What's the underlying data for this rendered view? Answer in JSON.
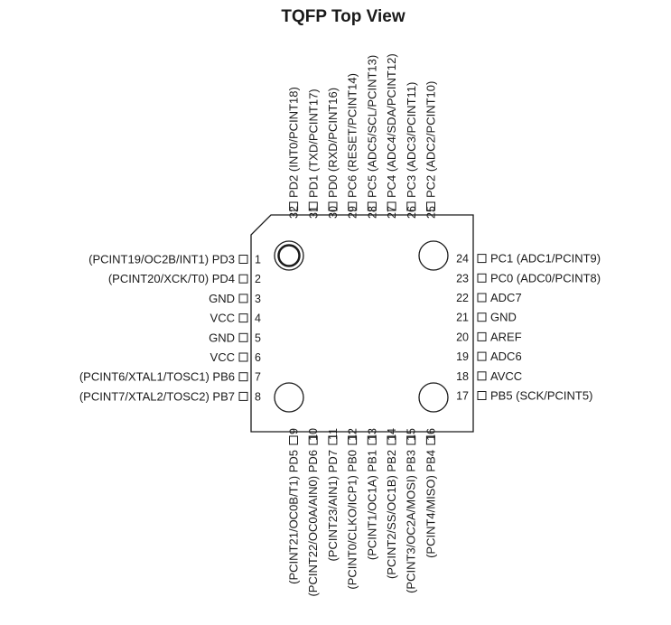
{
  "title": "TQFP Top View",
  "pins": {
    "left": [
      {
        "num": "1",
        "label": "(PCINT19/OC2B/INT1) PD3"
      },
      {
        "num": "2",
        "label": "(PCINT20/XCK/T0) PD4"
      },
      {
        "num": "3",
        "label": "GND"
      },
      {
        "num": "4",
        "label": "VCC"
      },
      {
        "num": "5",
        "label": "GND"
      },
      {
        "num": "6",
        "label": "VCC"
      },
      {
        "num": "7",
        "label": "(PCINT6/XTAL1/TOSC1) PB6"
      },
      {
        "num": "8",
        "label": "(PCINT7/XTAL2/TOSC2) PB7"
      }
    ],
    "bottom": [
      {
        "num": "9",
        "label": "(PCINT21/OC0B/T1) PD5"
      },
      {
        "num": "10",
        "label": "(PCINT22/OC0A/AIN0) PD6"
      },
      {
        "num": "11",
        "label": "(PCINT23/AIN1) PD7"
      },
      {
        "num": "12",
        "label": "(PCINT0/CLKO/ICP1) PB0"
      },
      {
        "num": "13",
        "label": "(PCINT1/OC1A) PB1"
      },
      {
        "num": "14",
        "label": "(PCINT2/SS/OC1B) PB2"
      },
      {
        "num": "15",
        "label": "(PCINT3/OC2A/MOSI) PB3"
      },
      {
        "num": "16",
        "label": "(PCINT4/MISO) PB4"
      }
    ],
    "right": [
      {
        "num": "17",
        "label": "PB5 (SCK/PCINT5)"
      },
      {
        "num": "18",
        "label": "AVCC"
      },
      {
        "num": "19",
        "label": "ADC6"
      },
      {
        "num": "20",
        "label": "AREF"
      },
      {
        "num": "21",
        "label": "GND"
      },
      {
        "num": "22",
        "label": "ADC7"
      },
      {
        "num": "23",
        "label": "PC0 (ADC0/PCINT8)"
      },
      {
        "num": "24",
        "label": "PC1 (ADC1/PCINT9)"
      }
    ],
    "top": [
      {
        "num": "25",
        "label": "PC2 (ADC2/PCINT10)"
      },
      {
        "num": "26",
        "label": "PC3 (ADC3/PCINT11)"
      },
      {
        "num": "27",
        "label": "PC4 (ADC4/SDA/PCINT12)"
      },
      {
        "num": "28",
        "label": "PC5 (ADC5/SCL/PCINT13)"
      },
      {
        "num": "29",
        "label": "PC6 (RESET/PCINT14)"
      },
      {
        "num": "30",
        "label": "PD0 (RXD/PCINT16)"
      },
      {
        "num": "31",
        "label": "PD1 (TXD/PCINT17)"
      },
      {
        "num": "32",
        "label": "PD2 (INT0/PCINT18)"
      }
    ]
  },
  "colors": {
    "ink": "#1a1a1a",
    "background": "#ffffff"
  }
}
